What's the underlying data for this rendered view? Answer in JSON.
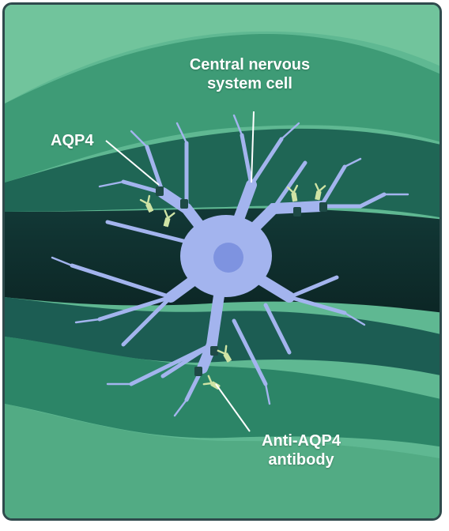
{
  "labels": {
    "cell_line1": "Central nervous",
    "cell_line2": "system cell",
    "aqp4": "AQP4",
    "antibody_line1": "Anti-AQP4",
    "antibody_line2": "antibody"
  },
  "colors": {
    "background_light": "#5fb892",
    "band_mid": "#2f8a6a",
    "band_dark": "#17504a",
    "band_darkest": "#0f2e2e",
    "cell": "#a3b4ee",
    "cell_nucleus": "#7e93e0",
    "receptor": "#1e4a46",
    "antibody": "#cfe3a4",
    "frame_border": "#2f4a4c"
  },
  "icons": [
    "antibody-icon",
    "aqp4-receptor-icon"
  ]
}
